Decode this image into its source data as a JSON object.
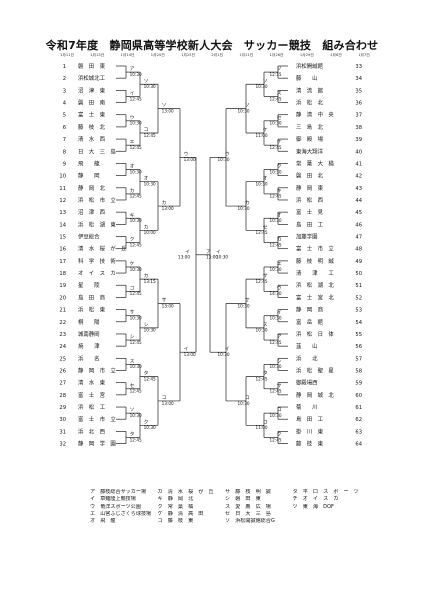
{
  "title": "令和7年度　静岡県高等学校新人大会　サッカー競技　組み合わせ",
  "dates": [
    "1月11日",
    "1月13日",
    "1月14日",
    "1月20日",
    "1月25日",
    "2月1日",
    "1月21日",
    "1月26日",
    "1月29日",
    "1月6日",
    "1月7日"
  ],
  "left_teams": [
    {
      "no": "1",
      "name": "磐　田　東"
    },
    {
      "no": "2",
      "name": "浜松城北工"
    },
    {
      "no": "3",
      "name": "沼　津　東"
    },
    {
      "no": "4",
      "name": "磐　田　南"
    },
    {
      "no": "5",
      "name": "富　士　東"
    },
    {
      "no": "6",
      "name": "藤　枝　北"
    },
    {
      "no": "7",
      "name": "清　水　西"
    },
    {
      "no": "8",
      "name": "日　大　三　島"
    },
    {
      "no": "9",
      "name": "飛　　龍"
    },
    {
      "no": "10",
      "name": "静　　岡"
    },
    {
      "no": "11",
      "name": "静　岡　北"
    },
    {
      "no": "12",
      "name": "浜　松　市　立"
    },
    {
      "no": "13",
      "name": "沼　津　西"
    },
    {
      "no": "14",
      "name": "浜　松　湖　東"
    },
    {
      "no": "15",
      "name": "伊豆総合"
    },
    {
      "no": "16",
      "name": "清　水　桜　が　丘"
    },
    {
      "no": "17",
      "name": "科　学　技　術"
    },
    {
      "no": "18",
      "name": "オ　イ　ス　カ"
    },
    {
      "no": "19",
      "name": "星　　陵"
    },
    {
      "no": "20",
      "name": "島　田　商"
    },
    {
      "no": "21",
      "name": "浜　松　東"
    },
    {
      "no": "22",
      "name": "桐　　陽"
    },
    {
      "no": "23",
      "name": "城南静岡"
    },
    {
      "no": "24",
      "name": "焼　　津"
    },
    {
      "no": "25",
      "name": "浜　　名"
    },
    {
      "no": "26",
      "name": "静　岡　市　立"
    },
    {
      "no": "27",
      "name": "清　水　東"
    },
    {
      "no": "28",
      "name": "富　士　宮"
    },
    {
      "no": "29",
      "name": "浜　松　工"
    },
    {
      "no": "30",
      "name": "富　士　市　立"
    },
    {
      "no": "31",
      "name": "浜　北　西"
    },
    {
      "no": "32",
      "name": "静　岡　学　園"
    }
  ],
  "right_teams": [
    {
      "no": "33",
      "name": "浜松開誠館"
    },
    {
      "no": "34",
      "name": "藤　　山"
    },
    {
      "no": "35",
      "name": "清　流　館"
    },
    {
      "no": "36",
      "name": "浜　松　北"
    },
    {
      "no": "37",
      "name": "静　清　中　央"
    },
    {
      "no": "38",
      "name": "三　島　北"
    },
    {
      "no": "39",
      "name": "御　殿　場"
    },
    {
      "no": "40",
      "name": "東海大翔洋"
    },
    {
      "no": "41",
      "name": "常　葉　大　橘"
    },
    {
      "no": "42",
      "name": "磐　田　北"
    },
    {
      "no": "43",
      "name": "静　岡　東"
    },
    {
      "no": "44",
      "name": "浜　松　西"
    },
    {
      "no": "45",
      "name": "富　士　見"
    },
    {
      "no": "46",
      "name": "島　田　工"
    },
    {
      "no": "47",
      "name": "加藤学園"
    },
    {
      "no": "48",
      "name": "富　士　市　立"
    },
    {
      "no": "49",
      "name": "藤　枝　明　誠"
    },
    {
      "no": "50",
      "name": "清　　津　　工"
    },
    {
      "no": "51",
      "name": "浜　松　湖　北"
    },
    {
      "no": "52",
      "name": "富　士　宮　北"
    },
    {
      "no": "53",
      "name": "静　岡　商"
    },
    {
      "no": "54",
      "name": "富　岳　館"
    },
    {
      "no": "55",
      "name": "浜　松　日　体"
    },
    {
      "no": "56",
      "name": "韮　　山"
    },
    {
      "no": "57",
      "name": "浜　　北"
    },
    {
      "no": "58",
      "name": "浜　松　聖　星"
    },
    {
      "no": "59",
      "name": "御殿場西"
    },
    {
      "no": "60",
      "name": "静　岡　城　北"
    },
    {
      "no": "61",
      "name": "菊　　川"
    },
    {
      "no": "62",
      "name": "島　田　工"
    },
    {
      "no": "63",
      "name": "掛　川　東"
    },
    {
      "no": "64",
      "name": "藤　枝　東"
    }
  ],
  "round1_left": [
    {
      "label": "ア",
      "time": "10:30"
    },
    {
      "label": "イ",
      "time": "12:45"
    },
    {
      "label": "ウ",
      "time": "10:30"
    },
    {
      "label": "エ",
      "time": "12:45"
    },
    {
      "label": "オ",
      "time": "10:30"
    },
    {
      "label": "カ",
      "time": "12:45"
    },
    {
      "label": "キ",
      "time": "10:30"
    },
    {
      "label": "ク",
      "time": "12:45"
    },
    {
      "label": "ケ",
      "time": "10:30"
    },
    {
      "label": "コ",
      "time": "12:45"
    },
    {
      "label": "サ",
      "time": "10:30"
    },
    {
      "label": "シ",
      "time": "12:45"
    },
    {
      "label": "ス",
      "time": "10:30"
    },
    {
      "label": "セ",
      "time": "12:45"
    },
    {
      "label": "ソ",
      "time": "10:30"
    },
    {
      "label": "タ",
      "time": "12:45"
    }
  ],
  "round1_right": [
    {
      "label": "ソ",
      "time": "12:15"
    },
    {
      "label": "ス",
      "time": "12:45"
    },
    {
      "label": "セ",
      "time": "10:30"
    },
    {
      "label": "ケ",
      "time": "12:45"
    },
    {
      "label": "ク",
      "time": "10:30"
    },
    {
      "label": "キ",
      "time": "12:45"
    },
    {
      "label": "オ",
      "time": "10:30"
    },
    {
      "label": "カ",
      "time": "12:45"
    },
    {
      "label": "エ",
      "time": "10:30"
    },
    {
      "label": "ウ",
      "time": "14:30"
    },
    {
      "label": "イ",
      "time": "10:30"
    },
    {
      "label": "ア",
      "time": "12:45"
    },
    {
      "label": "シ",
      "time": "10:30"
    },
    {
      "label": "サ",
      "time": "12:45"
    },
    {
      "label": "コ",
      "time": "10:30"
    },
    {
      "label": "ク",
      "time": "12:45"
    }
  ],
  "round2_left": [
    {
      "label": "ソ",
      "time": "10:30"
    },
    {
      "label": "コ",
      "time": "12:45"
    },
    {
      "label": "オ",
      "time": "10:30"
    },
    {
      "label": "カ",
      "time": "10:00"
    },
    {
      "label": "カ",
      "time": "13:15"
    },
    {
      "label": "シ",
      "time": "10:30"
    },
    {
      "label": "タ",
      "time": "12:45"
    },
    {
      "label": "ク",
      "time": "10:30"
    }
  ],
  "round2_right": [
    {
      "label": "ソ",
      "time": "10:30"
    },
    {
      "label": "ケ",
      "time": "11:00"
    },
    {
      "label": "オ",
      "time": "10:30"
    },
    {
      "label": "セ",
      "time": "12:45"
    },
    {
      "label": "サ",
      "time": "12:45"
    },
    {
      "label": "ス",
      "time": "10:30"
    },
    {
      "label": "タ",
      "time": "12:45"
    },
    {
      "label": "コ",
      "time": "11:00"
    }
  ],
  "round3_left": [
    {
      "label": "ソ",
      "time": "13:00"
    },
    {
      "label": "カ",
      "time": "13:00"
    },
    {
      "label": "サ",
      "time": "13:00"
    },
    {
      "label": "コ",
      "time": "13:00"
    }
  ],
  "round3_right": [
    {
      "label": "ソ",
      "time": "10:30"
    },
    {
      "label": "カ",
      "time": "10:30"
    },
    {
      "label": "サ",
      "time": "10:30"
    },
    {
      "label": "コ",
      "time": "10:30"
    }
  ],
  "round4_left": [
    {
      "label": "ウ",
      "time": "13:00"
    },
    {
      "label": "イ",
      "time": "13:00"
    }
  ],
  "round4_right": [
    {
      "label": "ウ",
      "time": "10:30"
    },
    {
      "label": "イ",
      "time": "10:30"
    }
  ],
  "round5_left": {
    "label": "イ",
    "time": "13:00"
  },
  "round5_right": {
    "label": "イ",
    "time": "10:30"
  },
  "final": {
    "label": "ア",
    "time": "13:00"
  },
  "venues": [
    [
      "ア　藤枝総合サッカー場",
      "カ　清　水　桜　が　丘",
      "サ　藤　枝　明　誠",
      "タ　平　口　ス　ポ　ー　ツ"
    ],
    [
      "イ　草薙陸上競技場",
      "キ　静　岡　北",
      "シ　磐　田　東",
      "チ　オ　イ　ス　カ"
    ],
    [
      "ウ　竜洋スポーツ公園",
      "ク　常　葉　橘",
      "ス　愛　鷹　広　場",
      "ツ　東　海　DOF"
    ],
    [
      "エ　山宮ふじざくら球技場",
      "ケ　静　清　高　田",
      "セ　日　大　三　島",
      ""
    ],
    [
      "オ　飛　龍",
      "コ　藤　枝　東",
      "ソ　浜松開誠館総合G",
      ""
    ]
  ]
}
